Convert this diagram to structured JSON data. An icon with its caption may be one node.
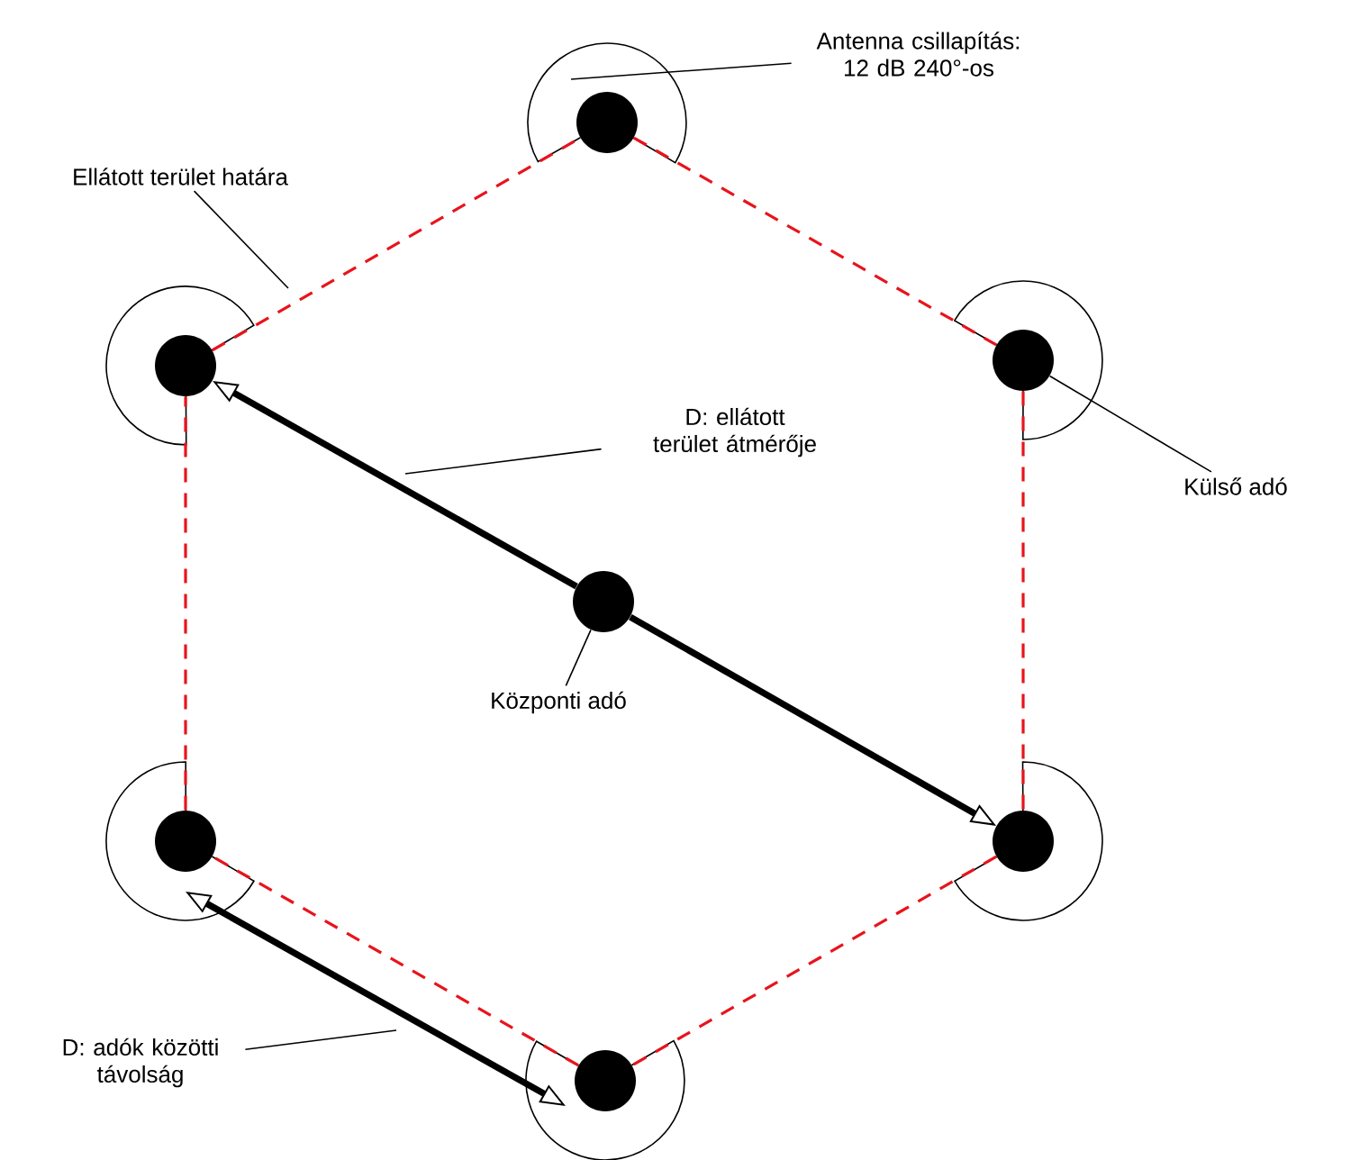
{
  "diagram": {
    "nodes": [
      {
        "text": [
          "Antenna csillapítás: 12 dB 240°-os"
        ]
      },
      {
        "text": [],
        "shape": "circle"
      },
      {
        "text": [
          "Ellátott terület határa"
        ]
      },
      {
        "text": [],
        "shape": "circle"
      },
      {
        "text": [],
        "shape": "circle"
      },
      {
        "text": [
          "D: ellátott terület átmérője"
        ]
      },
      {
        "text": [
          "Külső adó"
        ]
      },
      {
        "text": [],
        "shape": "circle"
      },
      {
        "text": [
          "Központi adó"
        ]
      },
      {
        "text": [],
        "shape": "circle"
      },
      {
        "text": [],
        "shape": "circle"
      },
      {
        "text": [
          "D: adók közötti távolság"
        ]
      },
      {
        "text": [],
        "shape": "circle"
      }
    ],
    "edges": [
      {
        "from": 1,
        "to": 4,
        "arrow": "none",
        "style": "dashed",
        "color": "#e8141c"
      },
      {
        "from": 4,
        "to": 10,
        "arrow": "none",
        "style": "dashed",
        "color": "#e8141c"
      },
      {
        "from": 10,
        "to": 12,
        "arrow": "none",
        "style": "dashed",
        "color": "#e8141c"
      },
      {
        "from": 12,
        "to": 9,
        "arrow": "none",
        "style": "dashed",
        "color": "#e8141c"
      },
      {
        "from": 9,
        "to": 3,
        "arrow": "none",
        "style": "dashed",
        "color": "#e8141c"
      },
      {
        "from": 3,
        "to": 1,
        "arrow": "none",
        "style": "dashed",
        "color": "#e8141c"
      },
      {
        "from": 7,
        "to": 3,
        "arrow": "to",
        "style": "thick"
      },
      {
        "from": 7,
        "to": 10,
        "arrow": "to",
        "style": "thick"
      },
      {
        "from": 9,
        "to": 12,
        "arrow": "both",
        "style": "thick"
      },
      {
        "from": 0,
        "to": 1,
        "arrow": "none"
      },
      {
        "from": 2,
        "to": null,
        "arrow": "none"
      },
      {
        "from": 5,
        "to": null,
        "arrow": "none"
      },
      {
        "from": 6,
        "to": 4,
        "arrow": "none"
      },
      {
        "from": 8,
        "to": 7,
        "arrow": "none"
      },
      {
        "from": 11,
        "to": null,
        "arrow": "none"
      }
    ]
  }
}
